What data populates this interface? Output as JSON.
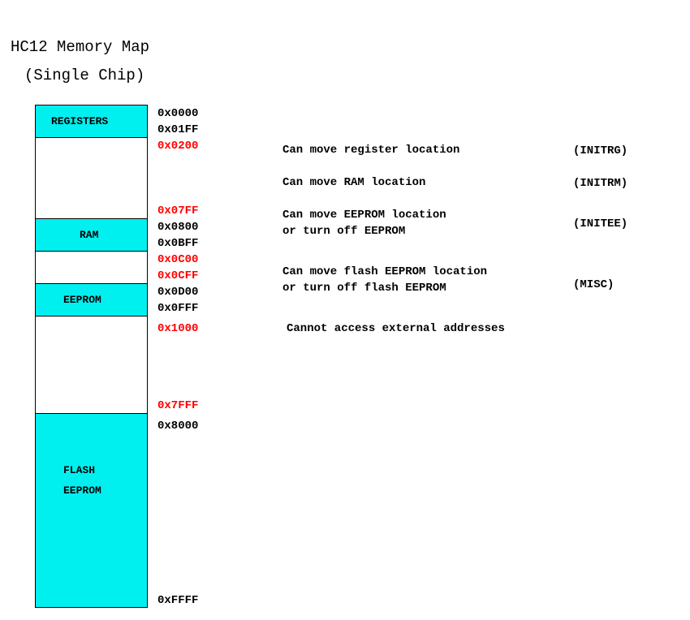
{
  "title": "HC12 Memory Map",
  "subtitle": "(Single Chip)",
  "colors": {
    "segment_fill": "#00f0f0",
    "address_highlight": "#ff0000",
    "address_normal": "#000000"
  },
  "segments": {
    "registers": "REGISTERS",
    "ram": "RAM",
    "eeprom": "EEPROM",
    "flash_line1": "FLASH",
    "flash_line2": "EEPROM"
  },
  "addresses": [
    {
      "text": "0x0000",
      "highlight": false
    },
    {
      "text": "0x01FF",
      "highlight": false
    },
    {
      "text": "0x0200",
      "highlight": true
    },
    {
      "text": "0x07FF",
      "highlight": true
    },
    {
      "text": "0x0800",
      "highlight": false
    },
    {
      "text": "0x0BFF",
      "highlight": false
    },
    {
      "text": "0x0C00",
      "highlight": true
    },
    {
      "text": "0x0CFF",
      "highlight": true
    },
    {
      "text": "0x0D00",
      "highlight": false
    },
    {
      "text": "0x0FFF",
      "highlight": false
    },
    {
      "text": "0x1000",
      "highlight": true
    },
    {
      "text": "0x7FFF",
      "highlight": true
    },
    {
      "text": "0x8000",
      "highlight": false
    },
    {
      "text": "0xFFFF",
      "highlight": false
    }
  ],
  "notes": {
    "move_registers": "Can move register location",
    "move_ram": "Can move RAM location",
    "move_eeprom_1": "Can move EEPROM location",
    "move_eeprom_2": "or turn off EEPROM",
    "move_flash_1": "Can move flash EEPROM location",
    "move_flash_2": "or turn off flash EEPROM",
    "no_external": "Cannot access external addresses"
  },
  "registers_refs": {
    "initrg": "(INITRG)",
    "initrm": "(INITRM)",
    "initee": "(INITEE)",
    "misc": "(MISC)"
  }
}
